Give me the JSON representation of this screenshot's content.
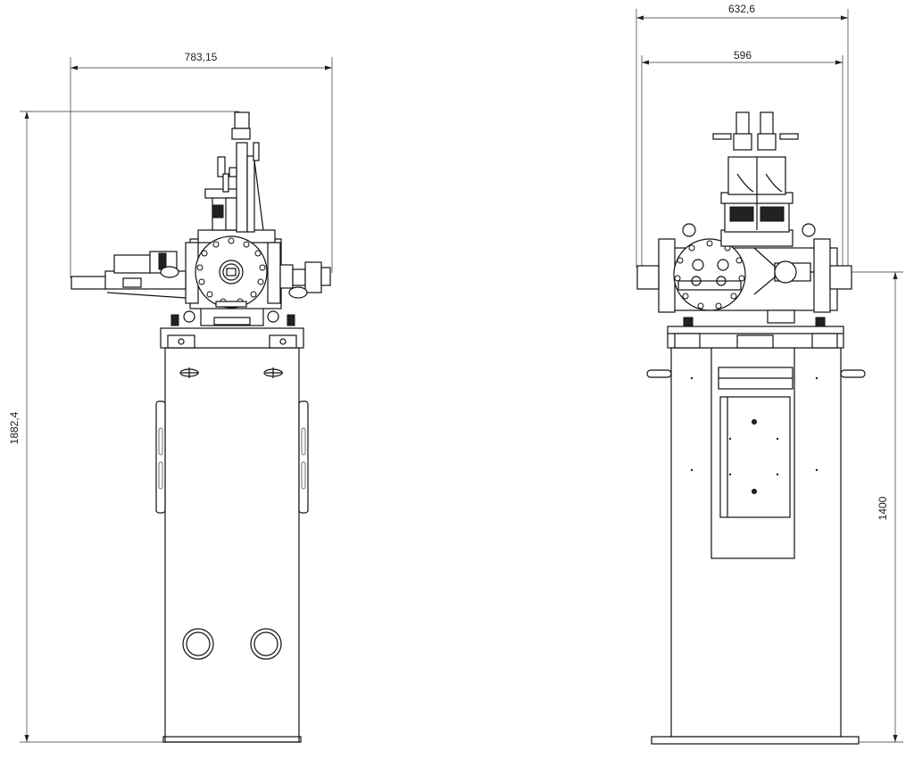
{
  "drawing": {
    "side_view": {
      "width_dimension": "783,15",
      "height_dimension": "1882,4"
    },
    "front_view": {
      "overall_width_dimension": "632,6",
      "inner_width_dimension": "596",
      "height_dimension": "1400"
    }
  }
}
